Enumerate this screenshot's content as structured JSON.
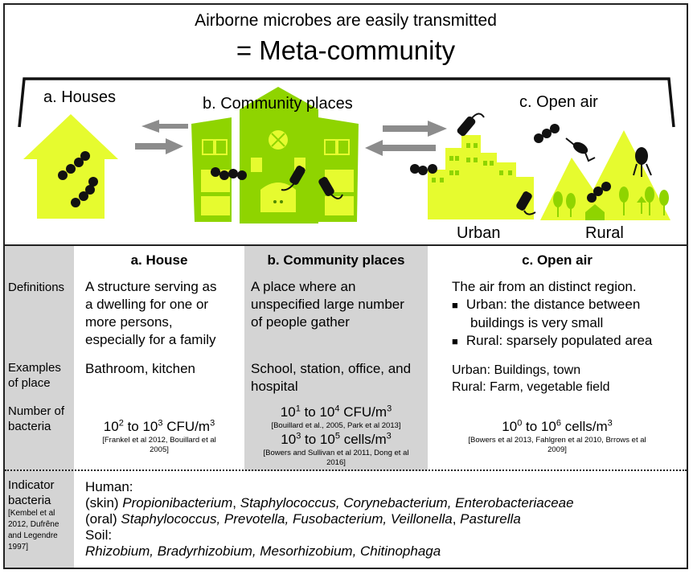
{
  "title": {
    "line1": "Airborne microbes are easily transmitted",
    "line2": "= Meta-community"
  },
  "locations": {
    "a": "a. Houses",
    "b": "b. Community places",
    "c": "c. Open air",
    "urban": "Urban",
    "rural": "Rural"
  },
  "colors": {
    "lime": "#e6fb2f",
    "green": "#8fd400",
    "dark_green": "#4f8a00",
    "arrow_gray": "#8c8c8c",
    "table_gray": "#d4d4d4"
  },
  "table": {
    "headers": [
      "a. House",
      "b. Community places",
      "c. Open air"
    ],
    "definitions": {
      "label": "Definitions",
      "house": [
        "A structure serving as",
        "a dwelling for one or",
        "more persons,",
        "especially for a family"
      ],
      "community": [
        "A place where an",
        "unspecified large number",
        "of people gather"
      ],
      "open_air": {
        "intro": "The air from an distinct region.",
        "urban_line1": "Urban: the distance between",
        "urban_line2": "buildings is very small",
        "rural": "Rural: sparsely populated area"
      }
    },
    "examples": {
      "label1": "Examples",
      "label2": "of place",
      "house": "Bathroom, kitchen",
      "community1": "School, station, office, and",
      "community2": "hospital",
      "open_air1": "Urban: Buildings, town",
      "open_air2": "Rural: Farm,  vegetable field"
    },
    "number": {
      "label1": "Number of",
      "label2": "bacteria",
      "house": {
        "base1": "10",
        "exp1": "2",
        "mid": " to 10",
        "exp2": "3",
        "unit": " CFU/m",
        "exp3": "3",
        "cite1": "[Frankel et al 2012, Bouillard et al",
        "cite2": "2005]"
      },
      "community_a": {
        "base1": "10",
        "exp1": "1",
        "mid": " to 10",
        "exp2": "4",
        "unit": " CFU/m",
        "exp3": "3",
        "cite1": "[Bouillard et al., 2005, Park et al 2013]"
      },
      "community_b": {
        "base1": "10",
        "exp1": "3",
        "mid": " to 10",
        "exp2": "5",
        "unit": " cells/m",
        "exp3": "3",
        "cite1": "[Bowers  and Sullivan et al 2011, Dong et al",
        "cite2": "2016]"
      },
      "open_air": {
        "base1": "10",
        "exp1": "0",
        "mid": " to 10",
        "exp2": "6",
        "unit": "  cells/m",
        "exp3": "3",
        "cite1": "[Bowers et al 2013, Fahlgren et al 2010, Brrows et al",
        "cite2": "2009]"
      }
    },
    "indicator": {
      "label1": "Indicator",
      "label2": "bacteria",
      "cite": [
        "[Kembel et al",
        "2012, Dufrêne",
        "and Legendre",
        "1997]"
      ],
      "human": "Human:",
      "skin_prefix": "(skin) ",
      "skin_taxa": [
        "Propionibacterium",
        "Staphylococcus, Corynebacterium, Enterobacteriaceae"
      ],
      "oral_prefix": "(oral) ",
      "oral_taxa": [
        "Staphylococcus, Prevotella, Fusobacterium, Veillonella",
        "Pasturella"
      ],
      "soil": "Soil:",
      "soil_taxa": "Rhizobium, Bradyrhizobium, Mesorhizobium, Chitinophaga"
    }
  }
}
